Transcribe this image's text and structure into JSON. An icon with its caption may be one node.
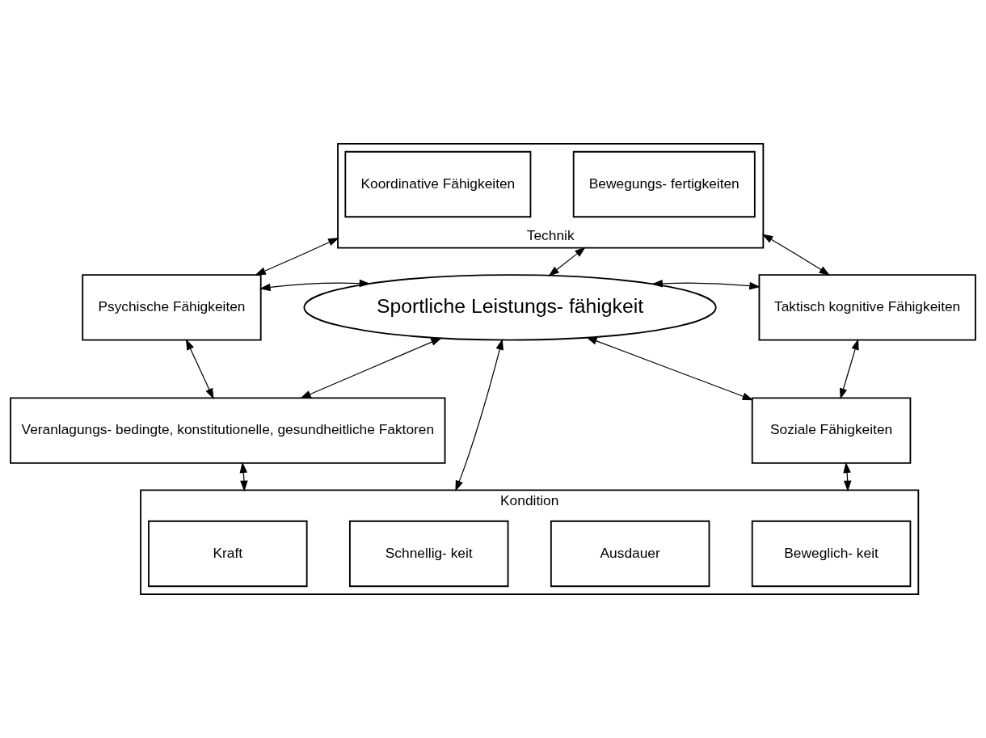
{
  "diagram": {
    "nodes": [
      {
        "text": [
          "Technik"
        ]
      },
      {
        "text": [
          "Koordinative Fähigkeiten"
        ],
        "in": 0
      },
      {
        "text": [
          "Bewegungs- fertigkeiten"
        ],
        "in": 0
      },
      {
        "text": [
          "Psychische Fähigkeiten"
        ]
      },
      {
        "text": [
          "Taktisch kognitive Fähigkeiten"
        ]
      },
      {
        "text": [
          "Sportliche Leistungs- fähigkeit"
        ]
      },
      {
        "text": [
          "Veranlagungs- bedingte, konstitutionelle, gesundheitliche Faktoren"
        ]
      },
      {
        "text": [
          "Soziale Fähigkeiten"
        ]
      },
      {
        "text": [
          "Kondition"
        ]
      },
      {
        "text": [
          "Kraft"
        ],
        "in": 8
      },
      {
        "text": [
          "Schnellig- keit"
        ],
        "in": 8
      },
      {
        "text": [
          "Ausdauer"
        ],
        "in": 8
      },
      {
        "text": [
          "Beweglich- keit"
        ],
        "in": 8
      }
    ],
    "edges": [
      {
        "from": 3,
        "to": 0,
        "arrow": "both"
      },
      {
        "from": 0,
        "to": 4,
        "arrow": "both"
      },
      {
        "from": 0,
        "to": 5,
        "arrow": "both"
      },
      {
        "from": 3,
        "to": 5,
        "arrow": "both"
      },
      {
        "from": 5,
        "to": 4,
        "arrow": "both"
      },
      {
        "from": 3,
        "to": 6,
        "arrow": "both"
      },
      {
        "from": 4,
        "to": 7,
        "arrow": "both"
      },
      {
        "from": 6,
        "to": 5,
        "arrow": "both"
      },
      {
        "from": 5,
        "to": 7,
        "arrow": "both"
      },
      {
        "from": 5,
        "to": 8,
        "arrow": "both"
      },
      {
        "from": 6,
        "to": 8,
        "arrow": "both"
      },
      {
        "from": 7,
        "to": 8,
        "arrow": "both"
      }
    ]
  }
}
